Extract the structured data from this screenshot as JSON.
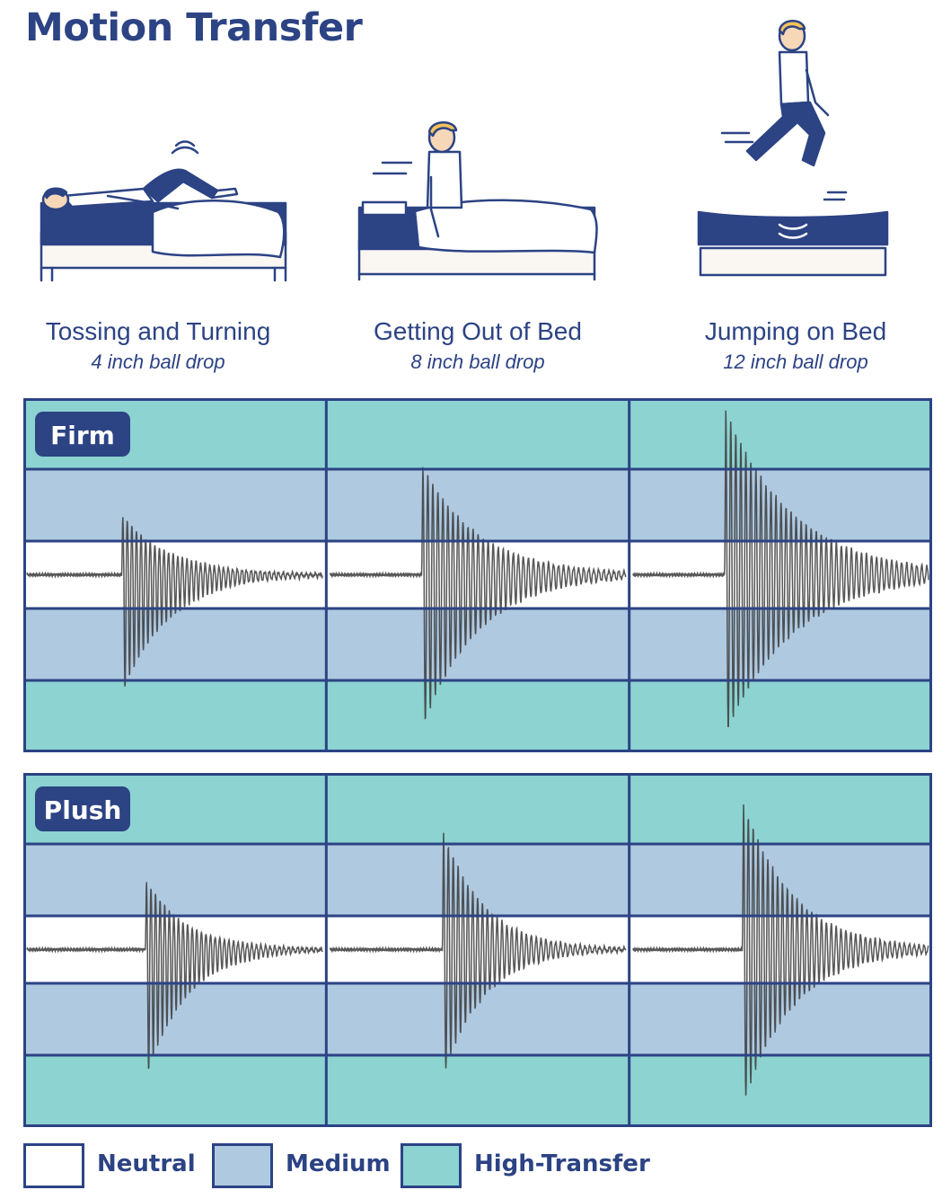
{
  "title": "Motion Transfer",
  "scenarios": [
    {
      "name": "Tossing and Turning",
      "subtitle": "4 inch ball drop",
      "icon": "person-tossing-on-bed-icon"
    },
    {
      "name": "Getting Out of Bed",
      "subtitle": "8 inch ball drop",
      "icon": "person-getting-out-of-bed-icon"
    },
    {
      "name": "Jumping on Bed",
      "subtitle": "12 inch ball drop",
      "icon": "person-jumping-on-bed-icon"
    }
  ],
  "legend": [
    {
      "label": "Neutral",
      "color": "#ffffff"
    },
    {
      "label": "Medium",
      "color": "#afc9e0"
    },
    {
      "label": "High-Transfer",
      "color": "#8cd3d1"
    }
  ],
  "colors": {
    "accent": "#2c4384",
    "neutral": "#ffffff",
    "medium": "#afc9e0",
    "high_transfer": "#8cd3d1",
    "trace": "#3a3a3a",
    "skin": "#f6d7b8",
    "hair": "#f2c25a"
  },
  "chart_data": [
    {
      "type": "line",
      "title": "Firm",
      "xlabel": "",
      "ylabel": "",
      "zones_from_top": [
        "High-Transfer",
        "Medium",
        "Neutral",
        "Medium",
        "High-Transfer"
      ],
      "ylim": [
        -1,
        1
      ],
      "grid": true,
      "series": [
        {
          "onset": 0.32,
          "peak_up": 0.36,
          "peak_down": 0.71,
          "decay": 0.16,
          "period": 0.0155
        },
        {
          "onset": 0.31,
          "peak_up": 0.65,
          "peak_down": 0.91,
          "decay": 0.19,
          "period": 0.017
        },
        {
          "onset": 0.31,
          "peak_up": 0.98,
          "peak_down": 0.95,
          "decay": 0.23,
          "period": 0.017
        }
      ]
    },
    {
      "type": "line",
      "title": "Plush",
      "xlabel": "",
      "ylabel": "",
      "zones_from_top": [
        "High-Transfer",
        "Medium",
        "Neutral",
        "Medium",
        "High-Transfer"
      ],
      "ylim": [
        -1,
        1
      ],
      "grid": true,
      "series": [
        {
          "onset": 0.4,
          "peak_up": 0.41,
          "peak_down": 0.76,
          "decay": 0.14,
          "period": 0.0155
        },
        {
          "onset": 0.38,
          "peak_up": 0.71,
          "peak_down": 0.76,
          "decay": 0.14,
          "period": 0.0165
        },
        {
          "onset": 0.37,
          "peak_up": 0.88,
          "peak_down": 0.92,
          "decay": 0.17,
          "period": 0.0165
        }
      ]
    }
  ]
}
